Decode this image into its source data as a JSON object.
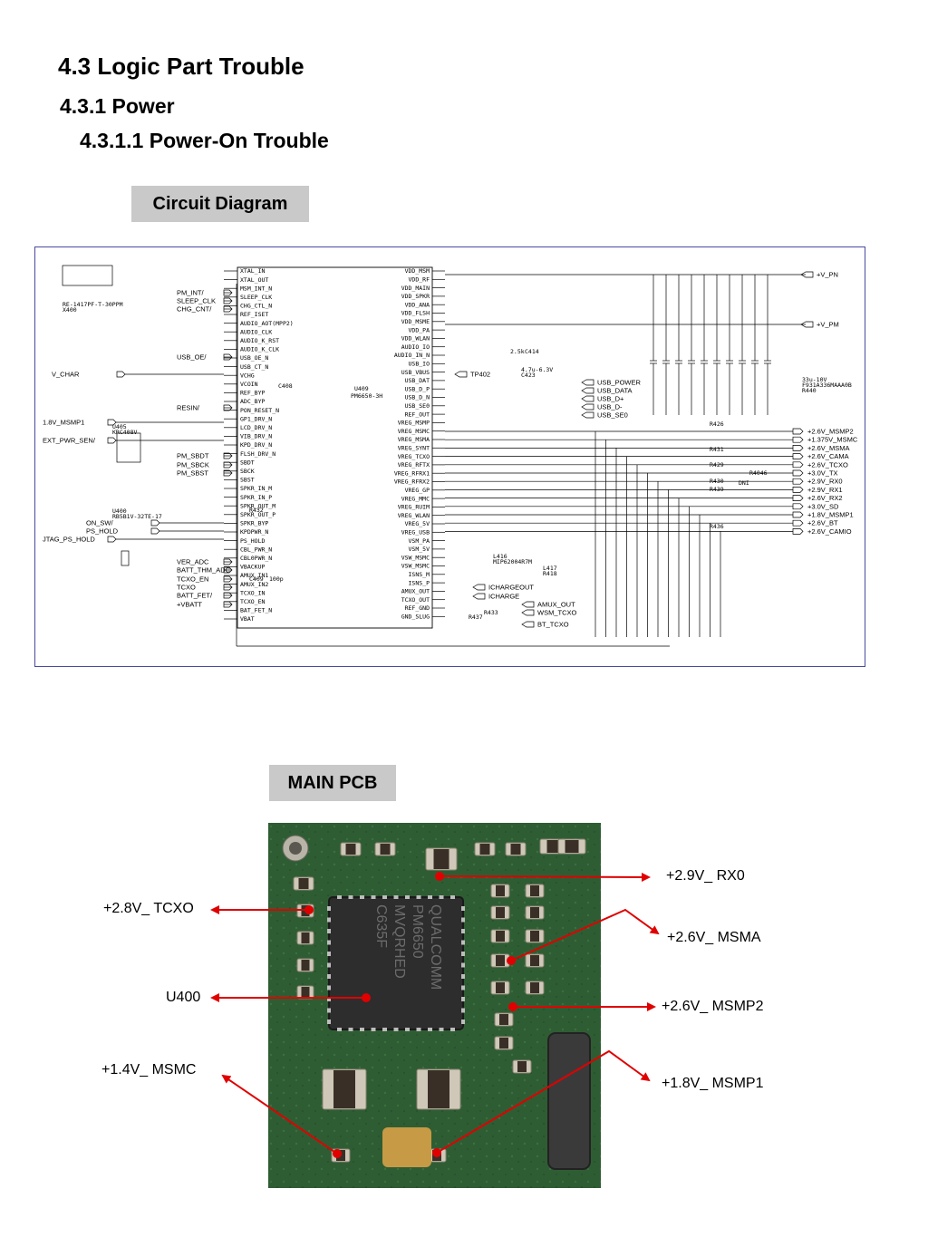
{
  "headings": {
    "h1": "4.3 Logic Part Trouble",
    "h2": "4.3.1 Power",
    "h3": "4.3.1.1 Power-On Trouble"
  },
  "sections": {
    "circuit_label": "Circuit Diagram",
    "pcb_label": "MAIN PCB"
  },
  "schematic": {
    "chip_ref": "U409",
    "chip_part": "PM6650-3H",
    "left_pins": [
      "XTAL_IN",
      "XTAL_OUT",
      "MSM_INT_N",
      "SLEEP_CLK",
      "CHG_CTL_N",
      "REF_ISET",
      "AUDIO_AOT(MPP2)",
      "AUDIO_CLK",
      "AUDIO_K_RST",
      "AUDIO_K_CLK",
      "USB_OE_N",
      "USB_CT_N",
      "VCHG",
      "VCOIN",
      "REF_BYP",
      "ADC_BYP",
      "PON_RESET_N",
      "GP1_DRV_N",
      "LCD_DRV_N",
      "VIB_DRV_N",
      "KPD_DRV_N",
      "FLSH_DRV_N",
      "SBDT",
      "SBCK",
      "SBST",
      "SPKR_IN_M",
      "SPKR_IN_P",
      "SPKR_OUT_M",
      "SPKR_OUT_P",
      "SPKR_BYP",
      "KPDPWR_N",
      "PS_HOLD",
      "CBL_PWR_N",
      "CBL0PWR_N",
      "VBACKUP",
      "AMUX_IN1",
      "AMUX_IN2",
      "TCXO_IN",
      "TCXO_EN",
      "BAT_FET_N",
      "VBAT"
    ],
    "right_pins": [
      "VDD_MSM",
      "VDD_RF",
      "VDD_MAIN",
      "VDD_SPKR",
      "VDD_ANA",
      "VDD_FLSH",
      "VDD_MSME",
      "VDD_PA",
      "VDD_WLAN",
      "AUDIO_IO",
      "AUDIO_IN_N",
      "USB_IO",
      "USB_VBUS",
      "USB_DAT",
      "USB_D_P",
      "USB_D_N",
      "USB_SE0",
      "REF_OUT",
      "VREG_MSMP",
      "VREG_MSMC",
      "VREG_MSMA",
      "VREG_SYNT",
      "VREG_TCXO",
      "VREG_RFTX",
      "VREG_RFRX1",
      "VREG_RFRX2",
      "VREG_GP",
      "VREG_MMC",
      "VREG_RUIM",
      "VREG_WLAN",
      "VREG_5V",
      "VREG_USB",
      "VSM_PA",
      "VSM_5V",
      "VSW_MSMC",
      "VSW_MSMC",
      "ISNS_M",
      "ISNS_P",
      "AMUX_OUT",
      "TCXO_OUT",
      "REF_GND",
      "GND_SLUG"
    ],
    "left_signals": [
      "PM_INT/",
      "SLEEP_CLK",
      "CHG_CNT/",
      "USB_OE/",
      "V_CHAR",
      "1.8V_MSMP1",
      "EXT_PWR_SEN/",
      "RESIN/",
      "PM_SBDT",
      "PM_SBCK",
      "PM_SBST",
      "ON_SW/",
      "PS_HOLD",
      "JTAG_PS_HOLD",
      "VER_ADC",
      "BATT_THM_ADC",
      "TCXO_EN",
      "TCXO",
      "BATT_FET/",
      "+VBATT"
    ],
    "right_signals": [
      "+V_PN",
      "+V_PM",
      "USB_POWER",
      "USB_DATA",
      "USB_D+",
      "USB_D-",
      "USB_SE0",
      "TP402",
      "ICHARGEOUT",
      "ICHARGE",
      "AMUX_OUT",
      "WSM_TCXO",
      "BT_TCXO"
    ],
    "rail_outputs": [
      "+2.6V_MSMP2",
      "+1.375V_MSMC",
      "+2.6V_MSMA",
      "+2.6V_CAMA",
      "+2.6V_TCXO",
      "+3.0V_TX",
      "+2.9V_RX0",
      "+2.9V_RX1",
      "+2.6V_RX2",
      "+3.0V_SD",
      "+1.8V_MSMP1",
      "+2.6V_BT",
      "+2.6V_CAMIO"
    ],
    "misc": [
      "U400",
      "RB5B1V-32TE-17",
      "U405",
      "KRC408V",
      "C408",
      "L416",
      "MIP62004R7M",
      "L417",
      "R418",
      "2.5k",
      "C414",
      "4.7u-6.3V",
      "C423",
      "33u-10V",
      "F931A336MAAA0B",
      "R440",
      "R436",
      "R431",
      "R429",
      "R426",
      "R439",
      "R430",
      "R432",
      "C409",
      "100p",
      "R437",
      "R433",
      "RE-1417PF-T-30PPM",
      "X400",
      "DNI",
      "R4046"
    ]
  },
  "pcb": {
    "chip_marking": [
      "QUALCOMM",
      "PM6650",
      "MVQRHED",
      "C635F"
    ],
    "callouts": {
      "rx0": "+2.9V_ RX0",
      "tcxo": "+2.8V_ TCXO",
      "msma": "+2.6V_ MSMA",
      "u400": "U400",
      "msmp2": "+2.6V_ MSMP2",
      "msmc": "+1.4V_ MSMC",
      "msmp1": "+1.8V_ MSMP1"
    },
    "arrow_color": "#e00000",
    "board_color": "#2f5d33"
  }
}
